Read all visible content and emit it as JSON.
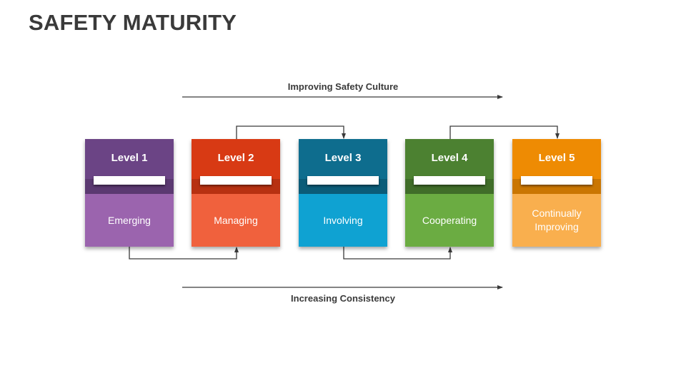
{
  "title": "SAFETY MATURITY",
  "top_caption": "Improving Safety Culture",
  "bottom_caption": "Increasing Consistency",
  "levels": [
    {
      "label": "Level 1",
      "stage": "Emerging",
      "head_color": "#6B4485",
      "body_color": "#9B64AE"
    },
    {
      "label": "Level 2",
      "stage": "Managing",
      "head_color": "#D83A14",
      "body_color": "#F0613D"
    },
    {
      "label": "Level 3",
      "stage": "Involving",
      "head_color": "#0E6D8E",
      "body_color": "#0FA2D2"
    },
    {
      "label": "Level 4",
      "stage": "Cooperating",
      "head_color": "#4C8131",
      "body_color": "#6BAC42"
    },
    {
      "label": "Level 5",
      "stage": "Continually Improving",
      "head_color": "#EE8B03",
      "body_color": "#F9AF4E"
    }
  ]
}
